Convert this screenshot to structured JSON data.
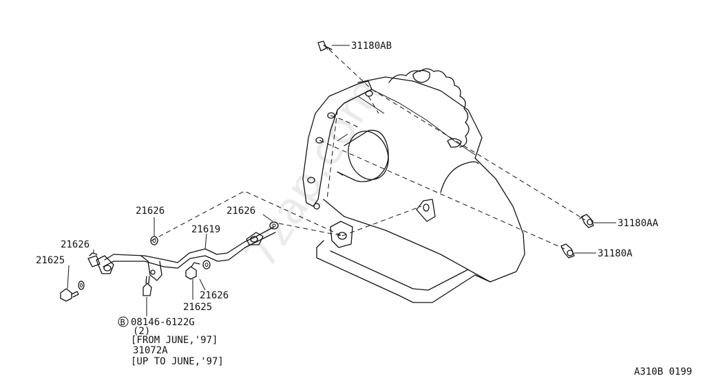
{
  "watermark": "7zap.com",
  "diagram_code": "A310B 0199",
  "callouts": {
    "bolt_top": "31180AB",
    "bolt_right_upper": "31180AA",
    "bolt_right_lower": "31180A",
    "pipe": "21619",
    "washer_a": "21626",
    "washer_b": "21626",
    "washer_c": "21626",
    "washer_d": "21626",
    "eyebolt_left": "21625",
    "eyebolt_center": "21625"
  },
  "bracket_note": {
    "marker": "B",
    "part": "08146-6122G",
    "qty": "(2)",
    "from_date": "[FROM JUNE,'97]",
    "alt_part": "31072A",
    "upto_date": "[UP TO JUNE,'97]"
  }
}
